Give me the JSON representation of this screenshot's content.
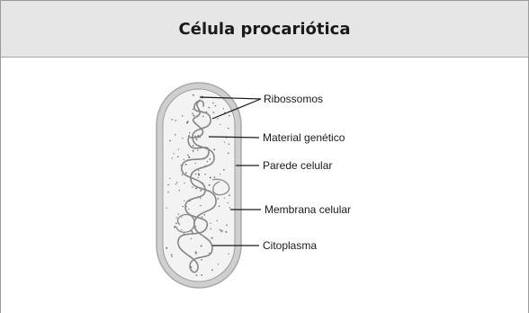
{
  "title": "Célula procariótica",
  "labels": {
    "ribosomes": "Ribossomos",
    "genetic_material": "Material genético",
    "cell_wall": "Parede celular",
    "cell_membrane": "Membrana celular",
    "cytoplasm": "Citoplasma"
  },
  "colors": {
    "header_bg": "#e6e6e6",
    "cell_wall": "#c9c9c9",
    "cytoplasm": "#f1f1f1",
    "dna": "#7a7a7a"
  }
}
